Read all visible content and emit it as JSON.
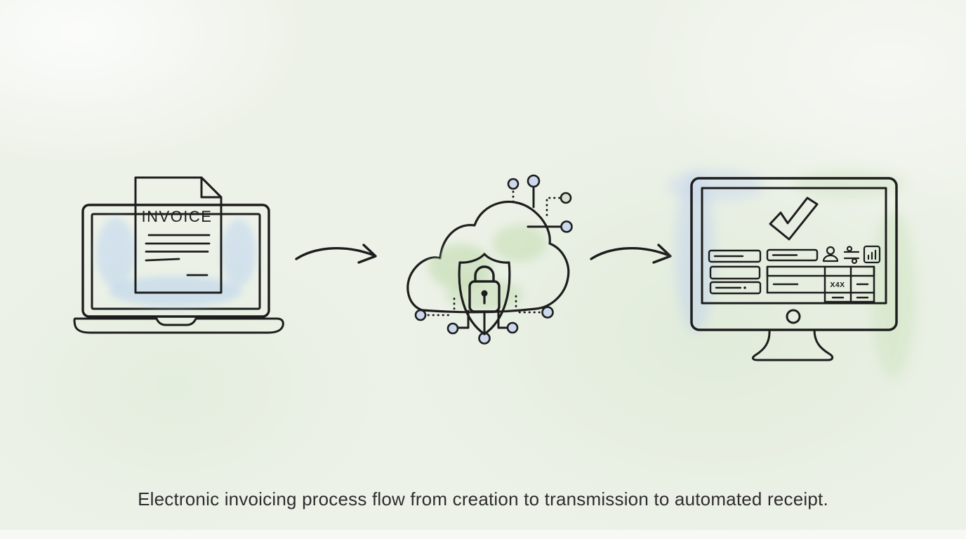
{
  "caption": "Electronic invoicing process flow from creation to transmission to automated receipt.",
  "invoice_document": {
    "title": "INVOICE"
  },
  "receipt_table": {
    "cell_value": "X4X"
  },
  "colors": {
    "background": "#edf2e9",
    "ink": "#1d1d1d",
    "caption_color": "#2d2d2d",
    "laptop_screen_blue": "#c7dbf3",
    "document_paper": "#f8fbfe",
    "cloud_green": "#cfe5bf",
    "cloud_green_dark": "#b9d7a4",
    "shield_teal": "#ccdedd",
    "check_green": "#7ed47e",
    "node_blue": "#ccd8ec",
    "node_green": "#d5e3cd",
    "field_green": "#d3e5c6",
    "monitor_wash_blue": "#c3d4ec",
    "monitor_wash_green": "#cde3c0"
  }
}
